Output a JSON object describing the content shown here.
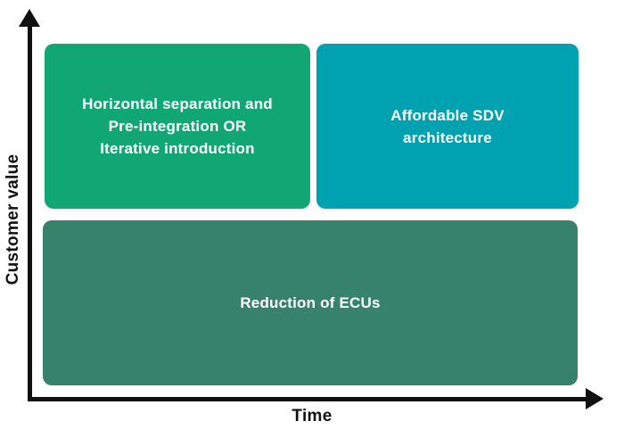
{
  "diagram": {
    "axes": {
      "y_label": "Customer value",
      "x_label": "Time",
      "axis_color": "#111111"
    },
    "boxes": [
      {
        "name": "horizontal-separation-box",
        "text": "Horizontal separation and\nPre-integration OR\nIterative introduction",
        "color": "#10a775",
        "text_color": "#ffffff"
      },
      {
        "name": "affordable-sdv-box",
        "text": "Affordable SDV\narchitecture",
        "color": "#00a2b2",
        "text_color": "#ffffff"
      },
      {
        "name": "reduction-ecus-box",
        "text": "Reduction of ECUs",
        "color": "#37826b",
        "text_color": "#ffffff"
      }
    ]
  }
}
